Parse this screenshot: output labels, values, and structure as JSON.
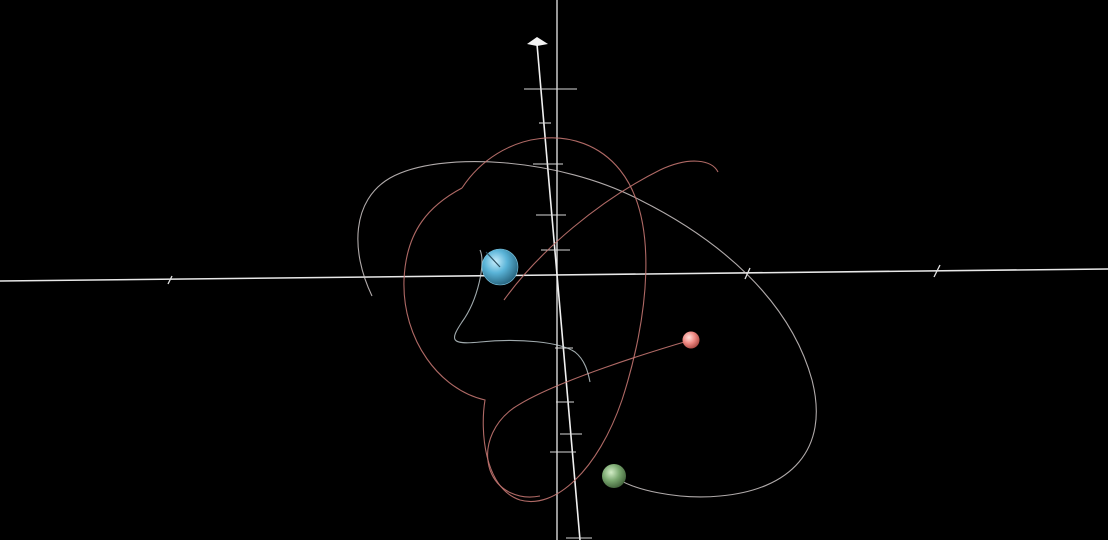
{
  "scene": {
    "background": "#000000",
    "axis_color": "#e8e8e8",
    "bodies": [
      {
        "name": "blue-body",
        "color": "#5ab4d8",
        "highlight": "#b9e6f6",
        "shade": "#2c6f8c"
      },
      {
        "name": "red-body",
        "color": "#f08a84",
        "highlight": "#ffd2cc",
        "shade": "#b04f4a"
      },
      {
        "name": "green-body",
        "color": "#7aa870",
        "highlight": "#c3dfb8",
        "shade": "#4a6e42"
      }
    ],
    "orbit_colors": {
      "red_trail": "#c27470",
      "white_trail": "#cfc8c8",
      "blue_trail": "#6fa7bc"
    }
  }
}
